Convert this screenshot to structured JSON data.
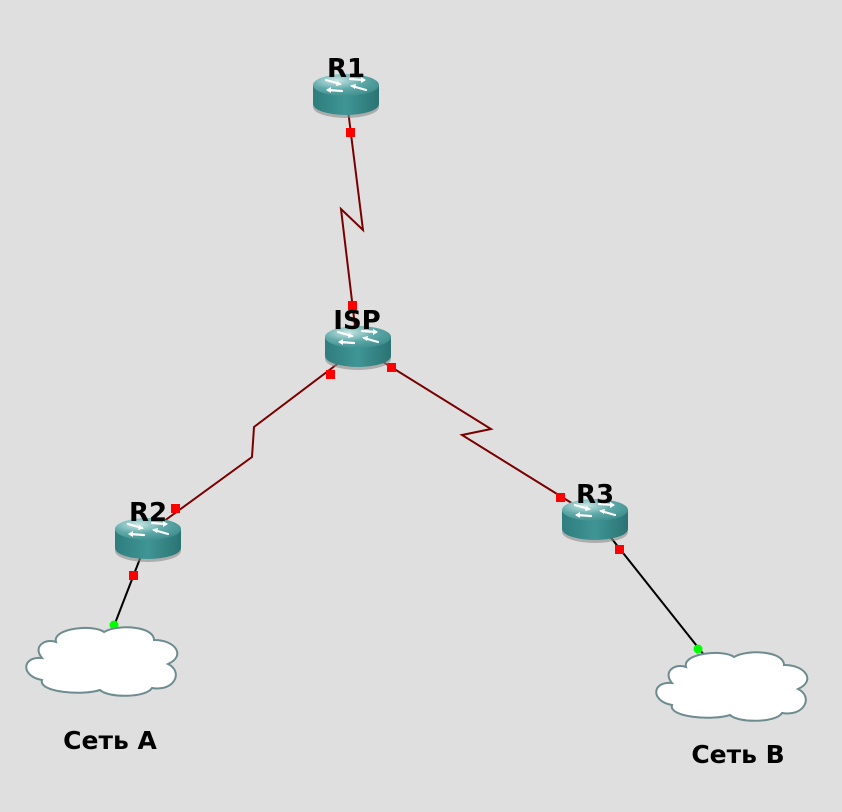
{
  "nodes": {
    "r1": {
      "label": "R1"
    },
    "isp": {
      "label": "ISP"
    },
    "r2": {
      "label": "R2"
    },
    "r3": {
      "label": "R3"
    }
  },
  "clouds": {
    "net_a": {
      "label": "Сеть А"
    },
    "net_b": {
      "label": "Сеть В"
    }
  },
  "colors": {
    "background": "#dfdfdf",
    "serial_link": "#7a0000",
    "ethernet_link": "#000000",
    "port_down": "#ff0000",
    "port_up": "#00ff00",
    "router_body": "#3a8c8c",
    "router_top": "#7fc2c2",
    "cloud_fill": "#ffffff",
    "cloud_outline": "#6e8b90"
  },
  "icons": {
    "router": "router-icon",
    "cloud": "cloud-icon"
  }
}
